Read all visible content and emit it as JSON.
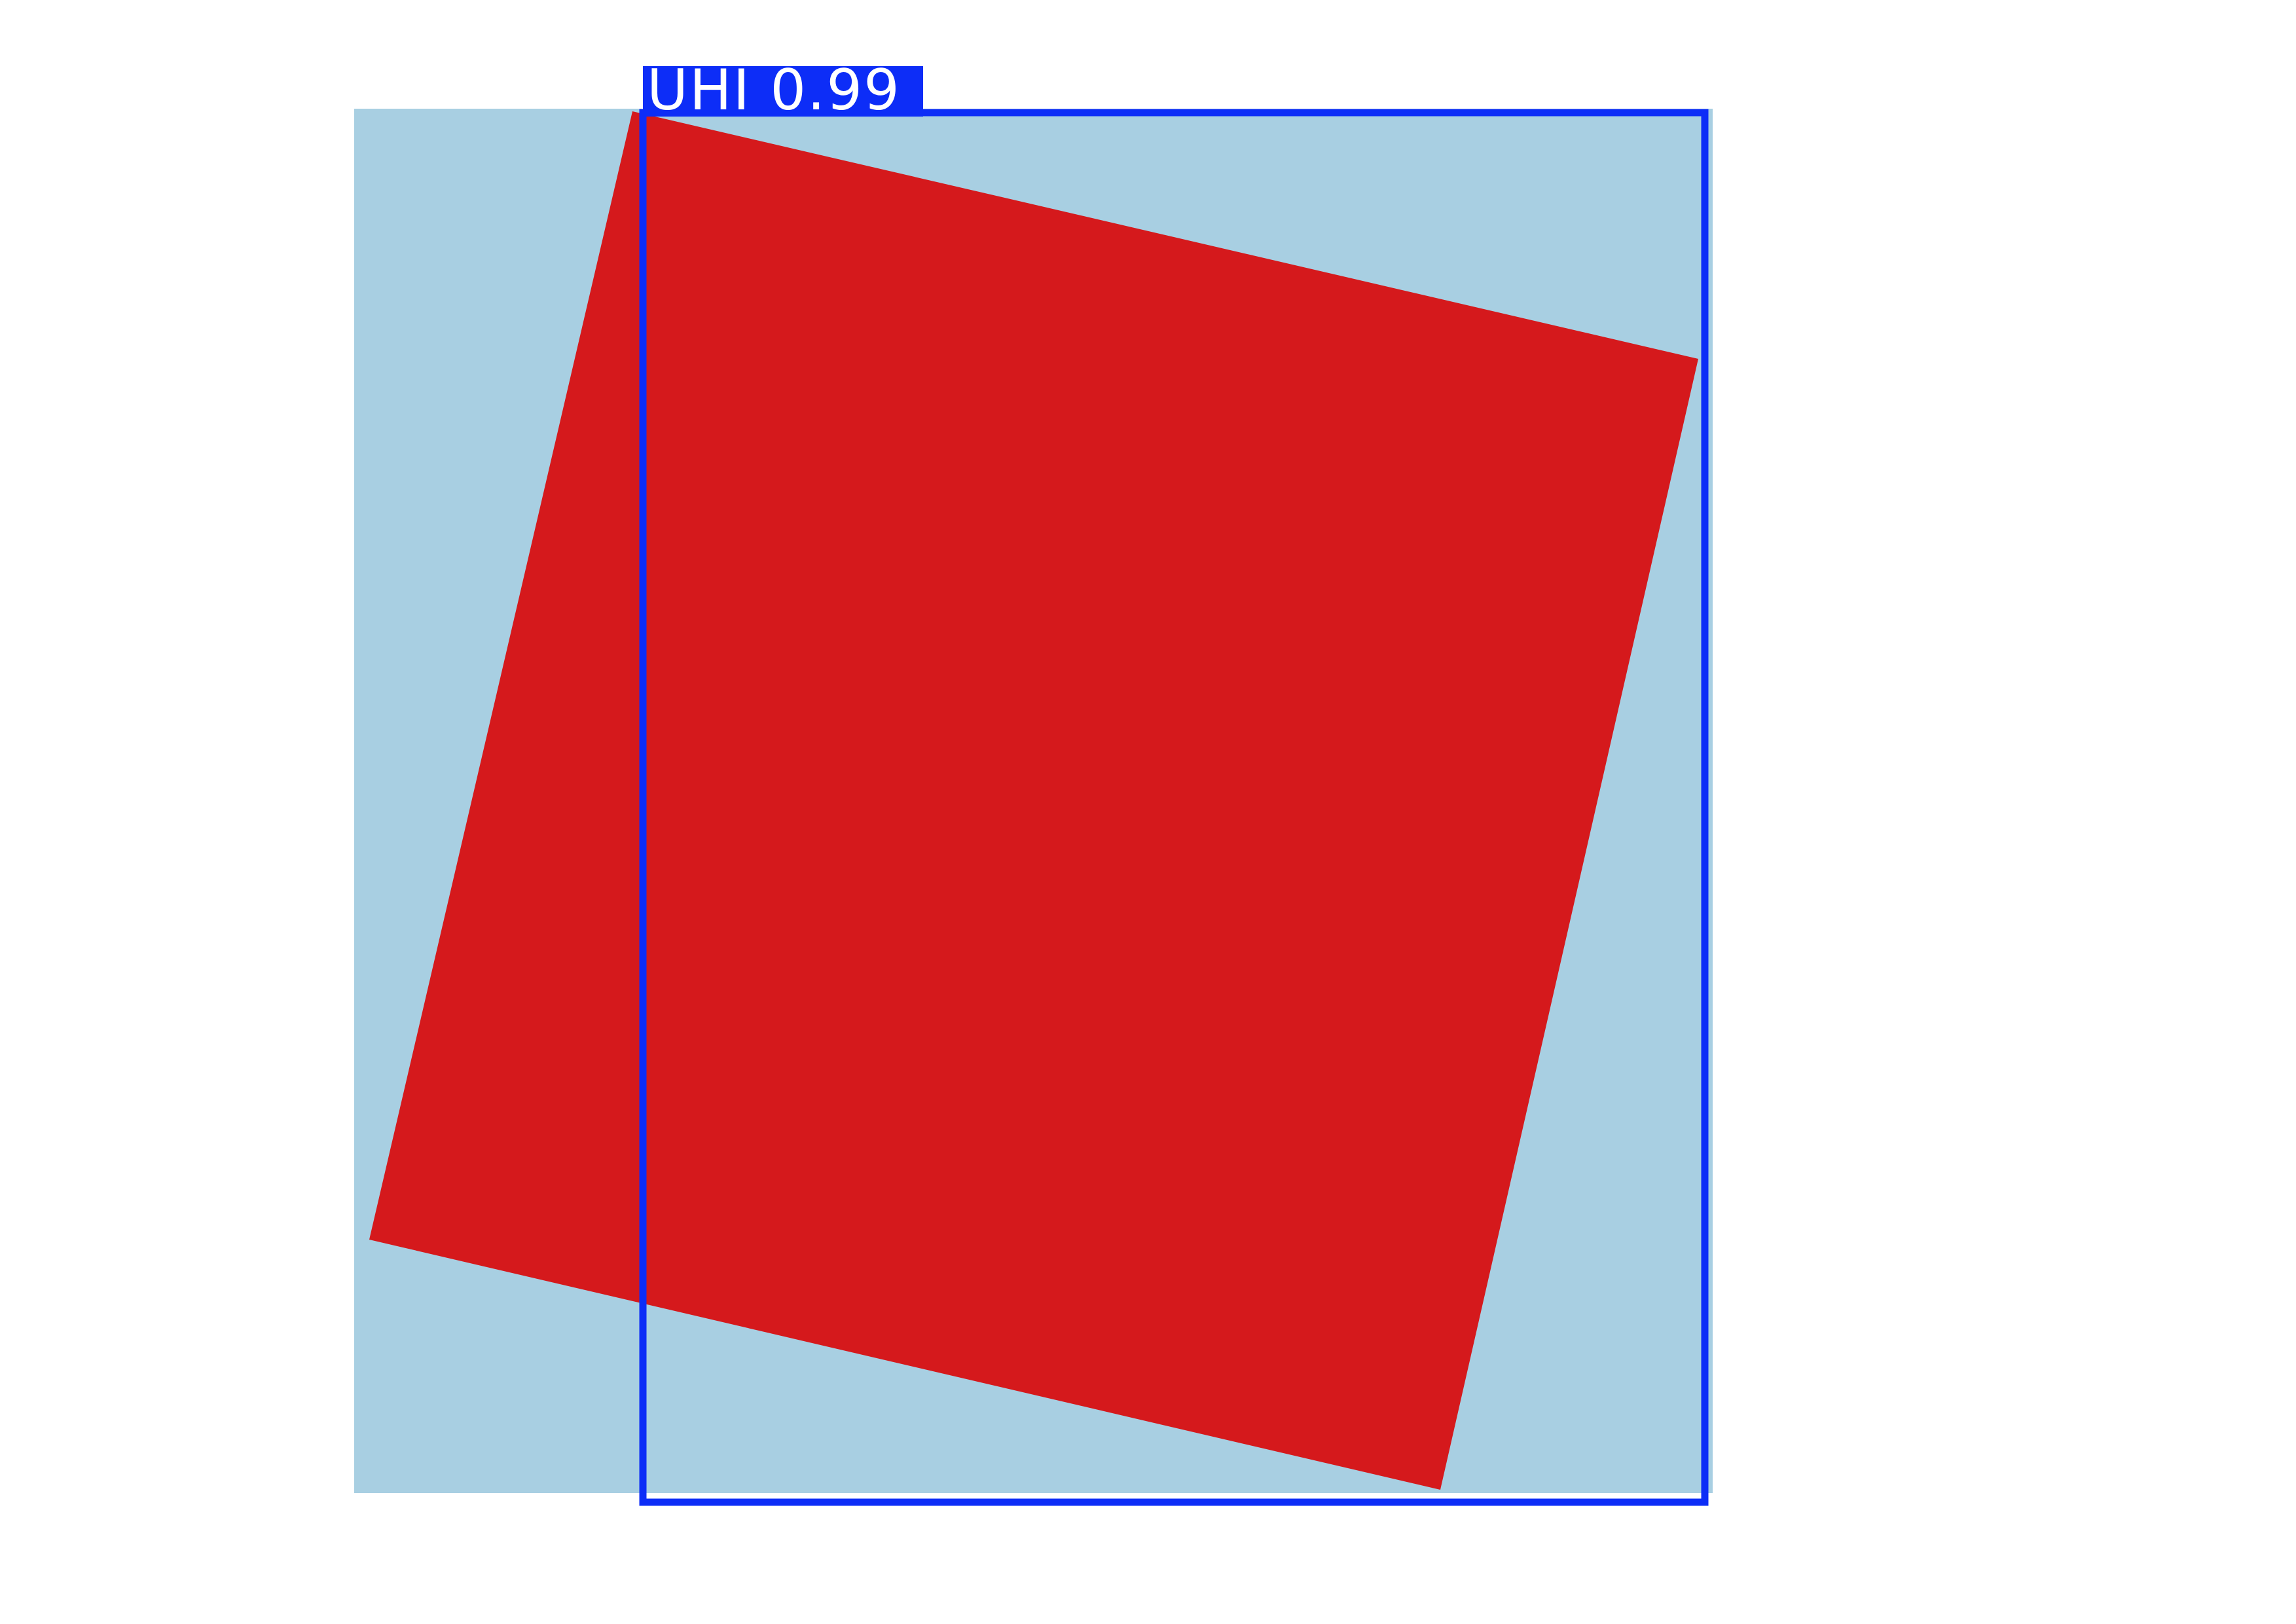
{
  "colors": {
    "background": "#ffffff",
    "sky_panel": "#a8cfe2",
    "shape_fill": "#d5191c",
    "detection_box": "#0d2df7",
    "label_text": "#ffffff"
  },
  "detection": {
    "label": "UHI 0.99",
    "class_name": "UHI",
    "confidence": 0.99
  }
}
